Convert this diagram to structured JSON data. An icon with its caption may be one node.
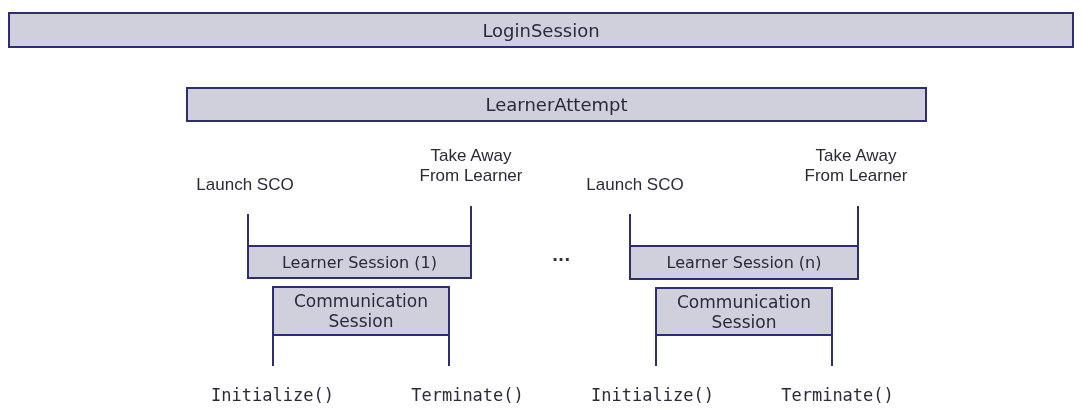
{
  "diagram": {
    "nodes": [
      {
        "text": [
          "LoginSession"
        ]
      },
      {
        "text": [
          "LearnerAttempt"
        ]
      },
      {
        "text": [
          "Launch SCO"
        ]
      },
      {
        "text": [
          "Take Away From Learner"
        ]
      },
      {
        "text": [
          "Learner Session (1)"
        ]
      },
      {
        "text": [
          "Communication Session"
        ]
      },
      {
        "text": [
          "Initialize()"
        ]
      },
      {
        "text": [
          "Terminate()"
        ]
      },
      {
        "text": [
          "Launch SCO"
        ]
      },
      {
        "text": [
          "Take Away From Learner"
        ]
      },
      {
        "text": [
          "Learner Session (n)"
        ]
      },
      {
        "text": [
          "Communication Session"
        ]
      },
      {
        "text": [
          "Initialize()"
        ]
      },
      {
        "text": [
          "Terminate()"
        ]
      }
    ],
    "edges": [
      {
        "from": 2,
        "to": 4,
        "arrow": "none"
      },
      {
        "from": 3,
        "to": 4,
        "arrow": "none"
      },
      {
        "from": 5,
        "to": 6,
        "arrow": "none"
      },
      {
        "from": 5,
        "to": 7,
        "arrow": "none"
      },
      {
        "from": 8,
        "to": 10,
        "arrow": "none"
      },
      {
        "from": 9,
        "to": 10,
        "arrow": "none"
      },
      {
        "from": 11,
        "to": 12,
        "arrow": "none"
      },
      {
        "from": 11,
        "to": 13,
        "arrow": "none"
      }
    ],
    "labels": [
      "..."
    ]
  }
}
